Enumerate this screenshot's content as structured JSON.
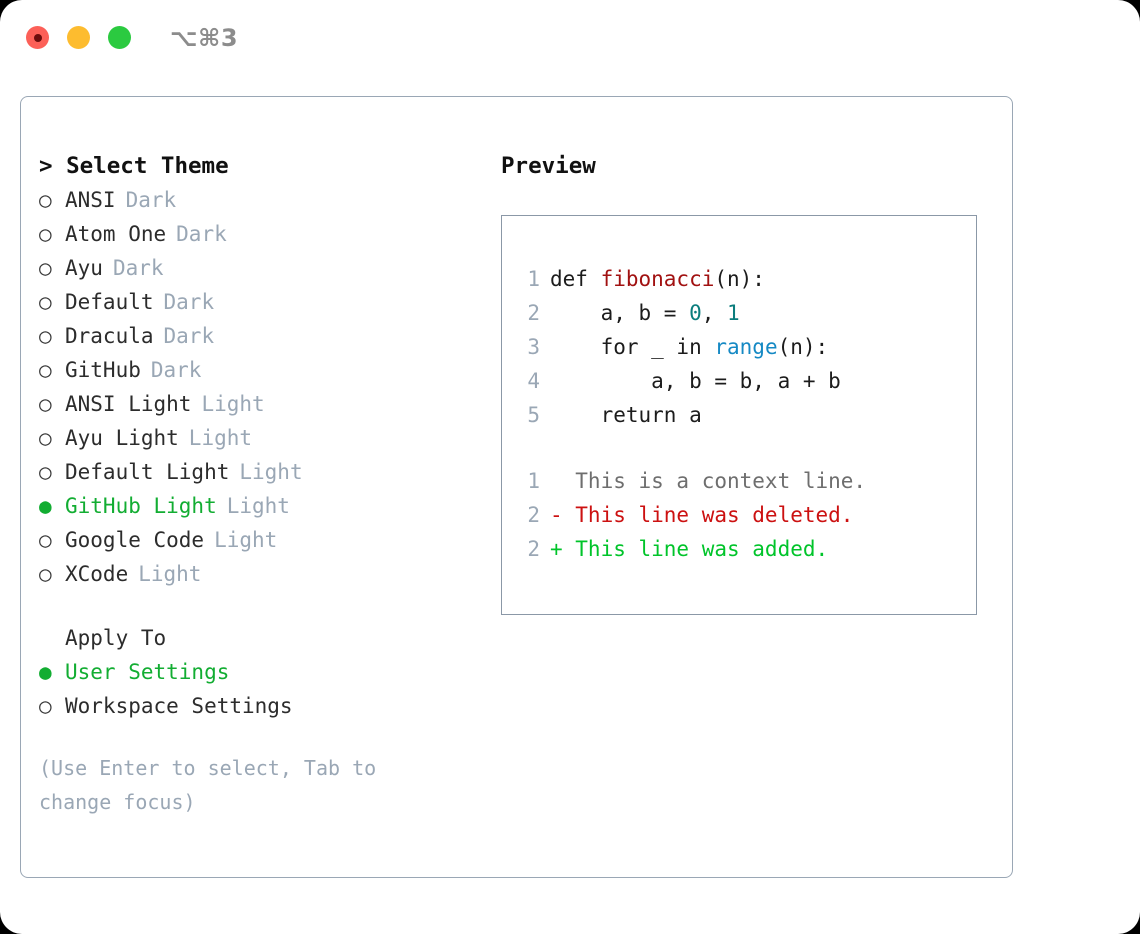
{
  "window": {
    "shortcut": "⌥⌘3",
    "traffic_lights": [
      "close-red",
      "minimize-yellow",
      "zoom-green"
    ],
    "colors": {
      "red": "#fc6058",
      "yellow": "#fdbc2f",
      "green": "#2bca40",
      "accent_green": "#12ad32",
      "border": "#9aa7b5",
      "muted": "#9aa7b5"
    }
  },
  "theme_list": {
    "header": "> Select Theme",
    "marker_unselected": "○",
    "marker_selected": "●",
    "items": [
      {
        "name": "ANSI",
        "kind": "Dark",
        "selected": false
      },
      {
        "name": "Atom One",
        "kind": "Dark",
        "selected": false
      },
      {
        "name": "Ayu",
        "kind": "Dark",
        "selected": false
      },
      {
        "name": "Default",
        "kind": "Dark",
        "selected": false
      },
      {
        "name": "Dracula",
        "kind": "Dark",
        "selected": false
      },
      {
        "name": "GitHub",
        "kind": "Dark",
        "selected": false
      },
      {
        "name": "ANSI Light",
        "kind": "Light",
        "selected": false
      },
      {
        "name": "Ayu Light",
        "kind": "Light",
        "selected": false
      },
      {
        "name": "Default Light",
        "kind": "Light",
        "selected": false
      },
      {
        "name": "GitHub Light",
        "kind": "Light",
        "selected": true
      },
      {
        "name": "Google Code",
        "kind": "Light",
        "selected": false
      },
      {
        "name": "XCode",
        "kind": "Light",
        "selected": false
      }
    ]
  },
  "apply_to": {
    "header": "Apply To",
    "items": [
      {
        "name": "User Settings",
        "selected": true
      },
      {
        "name": "Workspace Settings",
        "selected": false
      }
    ]
  },
  "help": {
    "text": "(Use Enter to select, Tab to change focus)"
  },
  "preview": {
    "title": "Preview",
    "code_lines": [
      {
        "num": "1",
        "segments": [
          {
            "t": "def ",
            "c": "plain"
          },
          {
            "t": "fibonacci",
            "c": "fn"
          },
          {
            "t": "(n):",
            "c": "plain"
          }
        ]
      },
      {
        "num": "2",
        "segments": [
          {
            "t": "    a, b = ",
            "c": "plain"
          },
          {
            "t": "0",
            "c": "num"
          },
          {
            "t": ", ",
            "c": "plain"
          },
          {
            "t": "1",
            "c": "num"
          }
        ]
      },
      {
        "num": "3",
        "segments": [
          {
            "t": "    for _ in ",
            "c": "plain"
          },
          {
            "t": "range",
            "c": "call"
          },
          {
            "t": "(n):",
            "c": "plain"
          }
        ]
      },
      {
        "num": "4",
        "segments": [
          {
            "t": "        a, b = b, a + b",
            "c": "plain"
          }
        ]
      },
      {
        "num": "5",
        "segments": [
          {
            "t": "    return a",
            "c": "plain"
          }
        ]
      }
    ],
    "diff_lines": [
      {
        "num": "1",
        "text": "  This is a context line.",
        "kind": "ctx"
      },
      {
        "num": "2",
        "text": "- This line was deleted.",
        "kind": "del"
      },
      {
        "num": "2",
        "text": "+ This line was added.",
        "kind": "add"
      }
    ]
  }
}
